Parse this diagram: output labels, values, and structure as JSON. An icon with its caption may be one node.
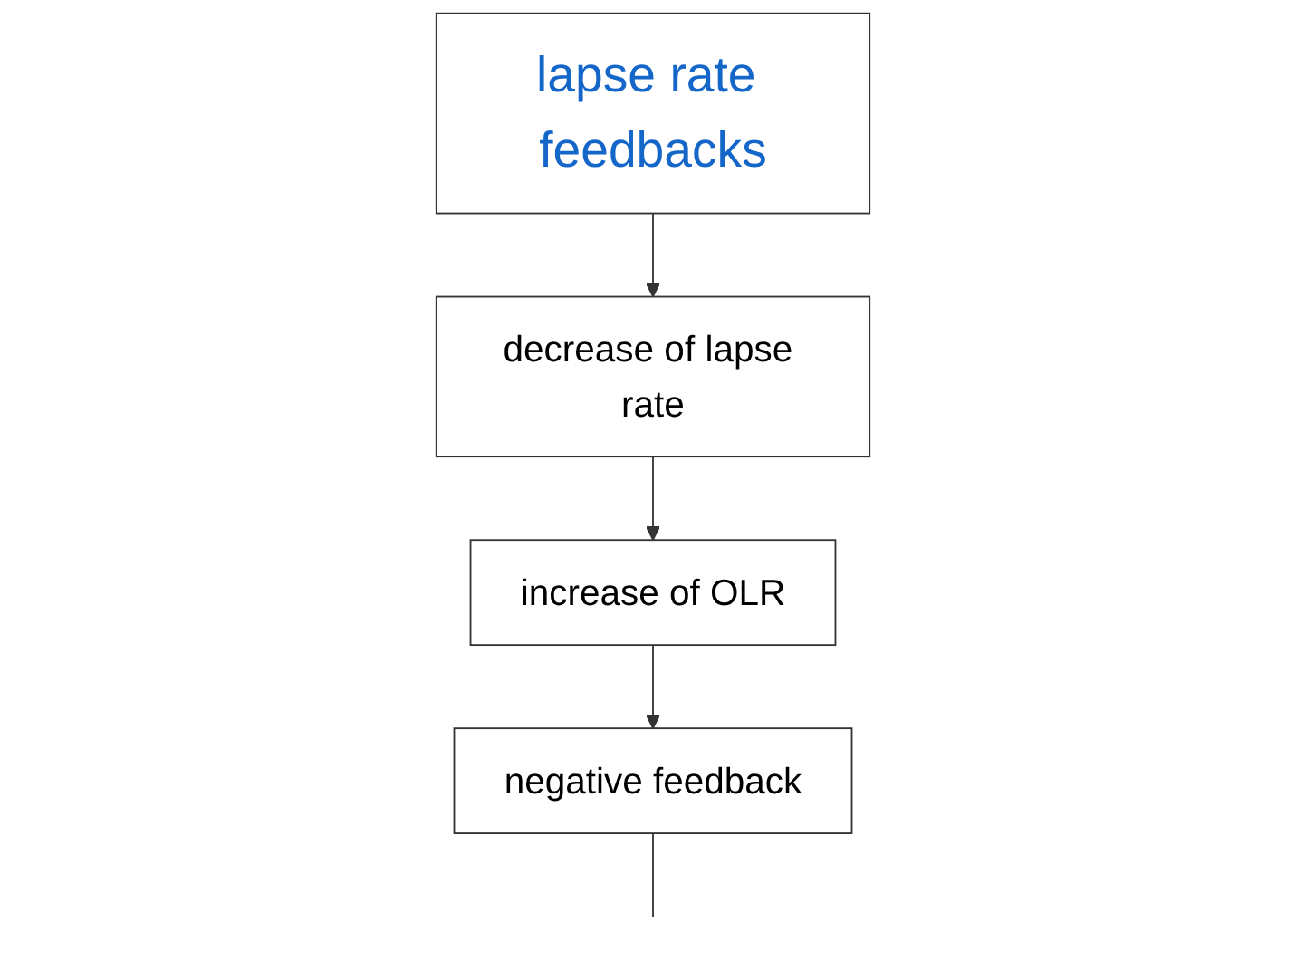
{
  "diagram": {
    "nodes": [
      {
        "text": [
          "lapse rate feedbacks"
        ]
      },
      {
        "text": [
          "decrease of lapse rate"
        ]
      },
      {
        "text": [
          "increase of OLR"
        ]
      },
      {
        "text": [
          "negative feedback"
        ]
      }
    ],
    "edges": [
      {
        "from": 0,
        "to": 1,
        "arrow": "to"
      },
      {
        "from": 1,
        "to": 2,
        "arrow": "to"
      },
      {
        "from": 2,
        "to": 3,
        "arrow": "to"
      },
      {
        "from": 3,
        "to": null,
        "arrow": "none"
      }
    ]
  }
}
